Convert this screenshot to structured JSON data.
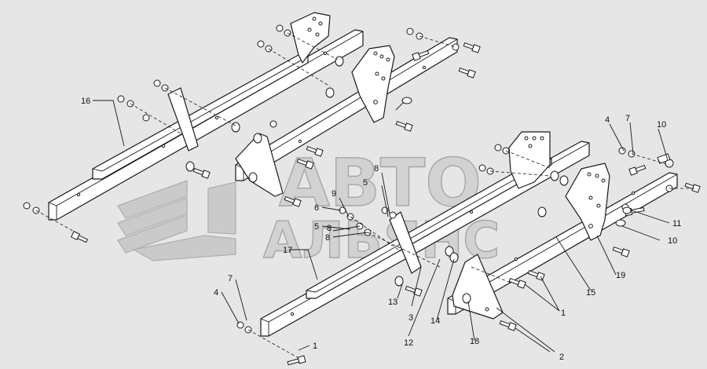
{
  "diagram": {
    "background_color": "#e6e6e6",
    "line_color": "#1a1a1a",
    "part_fill": "#ffffff",
    "callouts": [
      "16",
      "17",
      "1",
      "2",
      "3",
      "4",
      "5",
      "6",
      "7",
      "8",
      "9",
      "10",
      "11",
      "12",
      "13",
      "14",
      "15",
      "18",
      "19"
    ],
    "watermark": {
      "line1": "АВТО",
      "line2": "АЛЬЯНС"
    }
  }
}
